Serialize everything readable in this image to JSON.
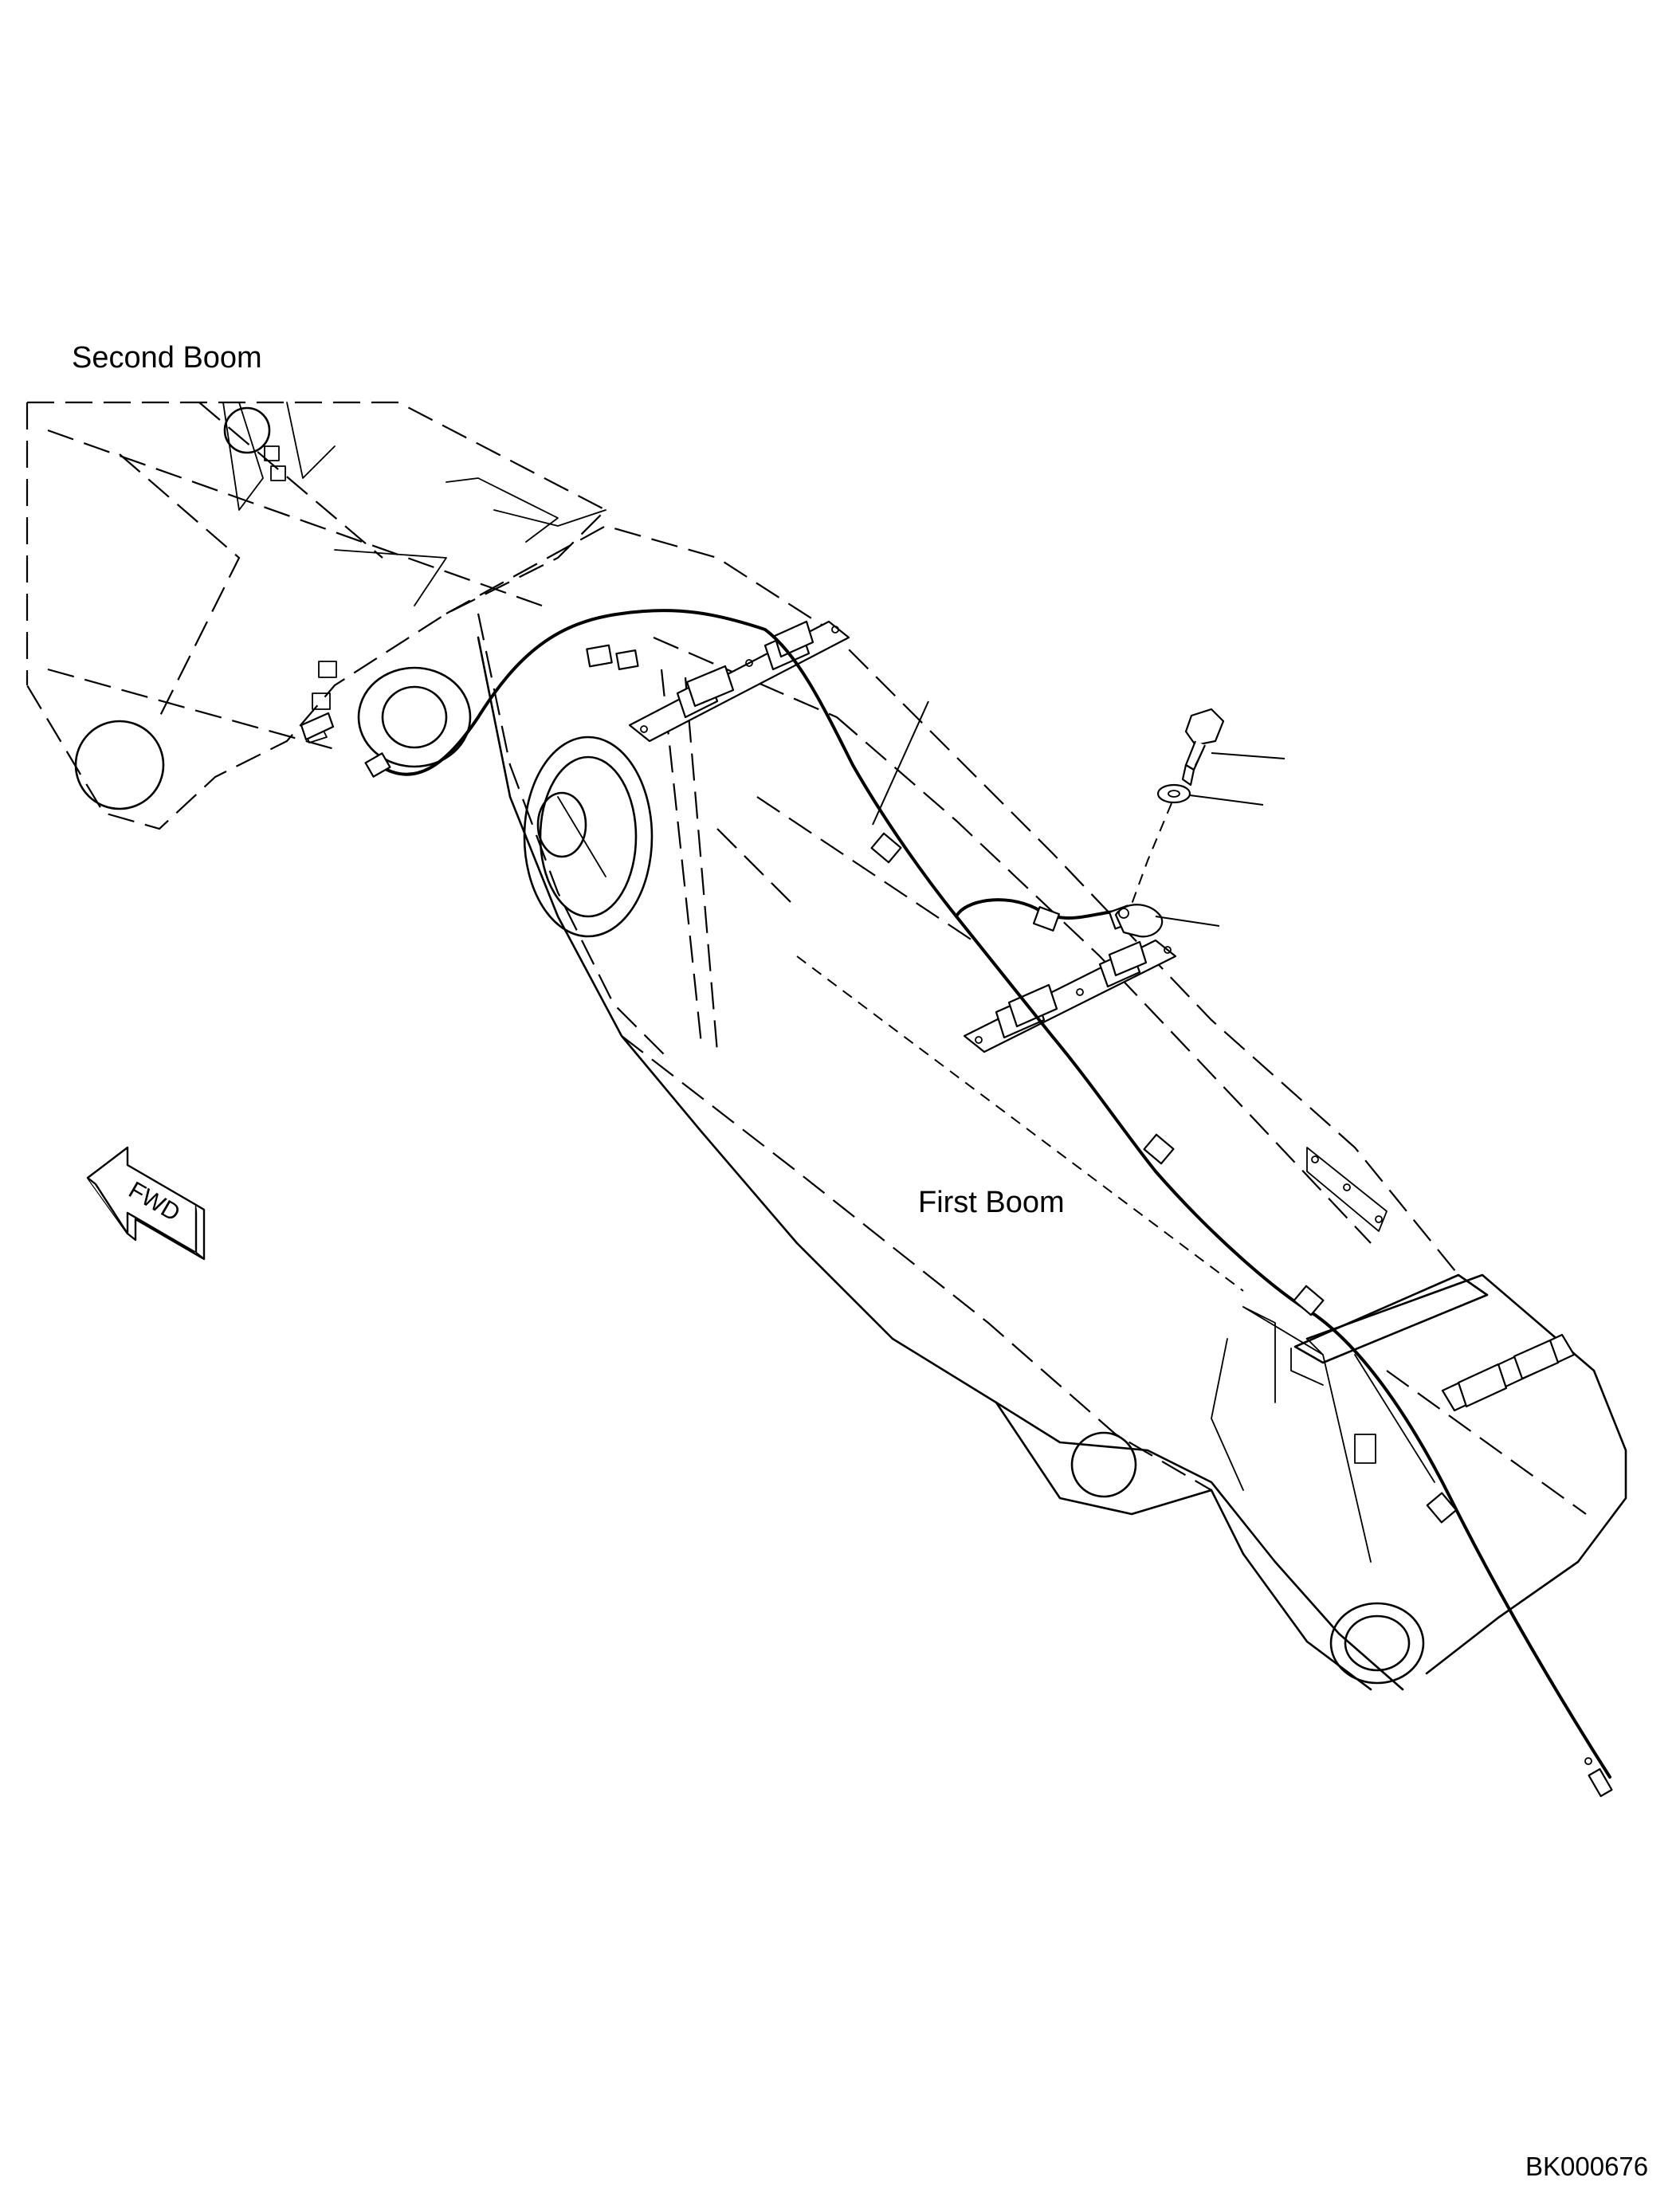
{
  "labels": {
    "second_boom": "Second Boom",
    "first_boom": "First Boom",
    "drawing_code": "BK000676",
    "direction_arrow": "FWD"
  },
  "icons": {
    "direction": "fwd-arrow-icon",
    "bolt": "bolt-icon",
    "washer": "washer-icon",
    "clamp": "clamp-icon"
  },
  "colors": {
    "line": "#000000",
    "background": "#ffffff"
  }
}
